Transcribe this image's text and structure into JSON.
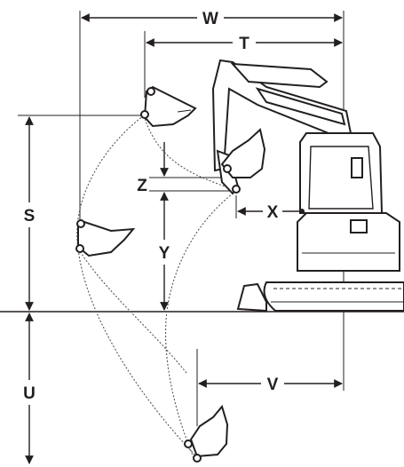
{
  "labels": {
    "W": "W",
    "T": "T",
    "S": "S",
    "Z": "Z",
    "X": "X",
    "Y": "Y",
    "U": "U",
    "V": "V"
  },
  "colors": {
    "ink": "#231f20",
    "background": "#ffffff"
  }
}
